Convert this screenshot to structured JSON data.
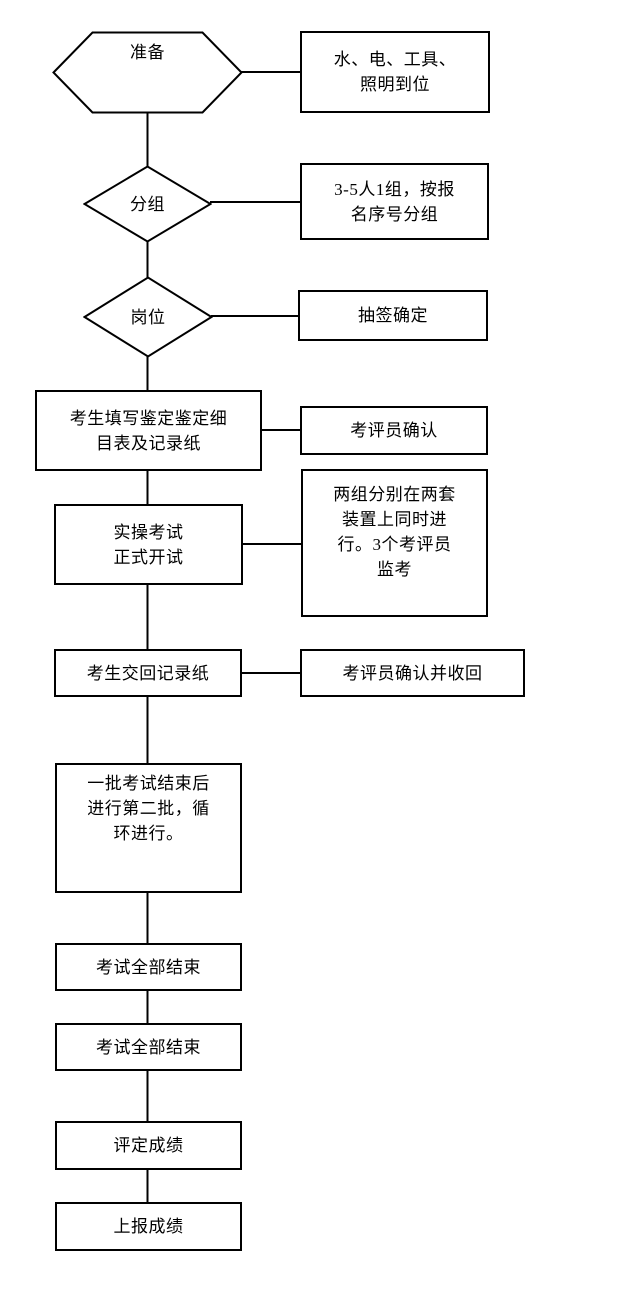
{
  "page": {
    "background_color": "#ffffff",
    "line_color": "#000000"
  },
  "flowchart": {
    "steps": {
      "prepare": "准备",
      "grouping": "分组",
      "position": "岗位",
      "fill_form": "考生填写鉴定鉴定细\n目表及记录纸",
      "exam": "实操考试\n正式开试",
      "return_paper": "考生交回记录纸",
      "batch_cycle": "一批考试结束后\n进行第二批，循\n环进行。",
      "all_end_1": "考试全部结束",
      "all_end_2": "考试全部结束",
      "grade": "评定成绩",
      "report": "上报成绩"
    },
    "notes": {
      "prepare_note": "水、电、工具、\n照明到位",
      "grouping_note": "3-5人1组，按报\n名序号分组",
      "position_note": "抽签确定",
      "fill_form_note": "考评员确认",
      "exam_note": "两组分别在两套\n装置上同时进\n行。3个考评员\n监考",
      "return_paper_note": "考评员确认并收回"
    }
  }
}
